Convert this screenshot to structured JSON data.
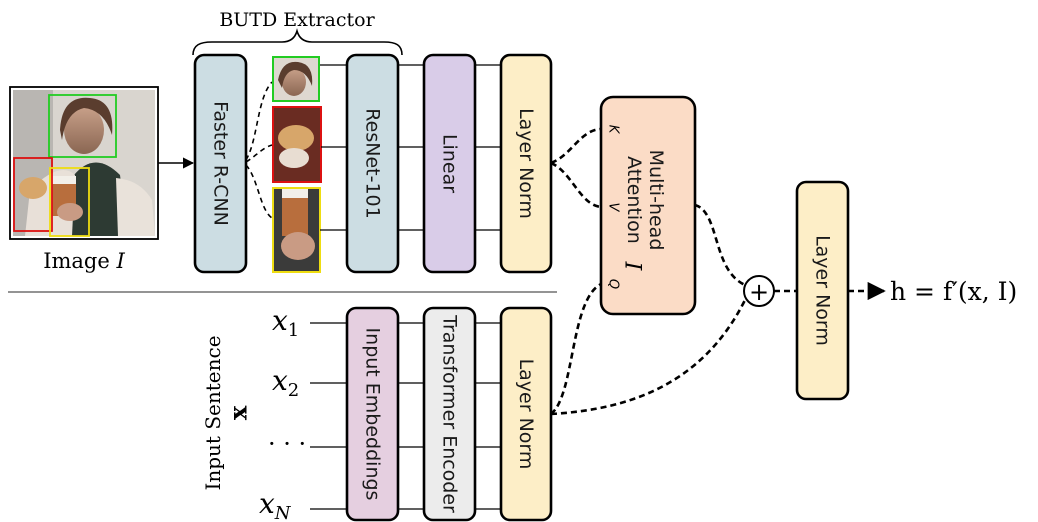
{
  "header": {
    "extractor_label": "BUTD Extractor"
  },
  "image": {
    "caption_prefix": "Image",
    "caption_var": "I"
  },
  "blocks": {
    "faster_rcnn": "Faster R-CNN",
    "resnet": "ResNet-101",
    "linear": "Linear",
    "layer_norm_top": "Layer Norm",
    "input_embeddings": "Input Embeddings",
    "transformer_encoder": "Transformer Encoder",
    "layer_norm_bottom": "Layer Norm",
    "attention_line1": "Multi-head",
    "attention_line2": "Attention",
    "attention_var": "I",
    "layer_norm_right": "Layer Norm"
  },
  "attention_ports": {
    "k": "K",
    "v": "V",
    "q": "Q"
  },
  "sentence": {
    "label": "Input Sentence",
    "var": "x",
    "tokens": [
      {
        "base": "x",
        "sub": "1"
      },
      {
        "base": "x",
        "sub": "2"
      },
      {
        "base": "· · ·",
        "sub": ""
      },
      {
        "base": "x",
        "sub": "N"
      }
    ]
  },
  "add_symbol": "+",
  "output": {
    "formula": "h = f′(x, I)"
  },
  "colors": {
    "faster_rcnn": "#ccdde3",
    "resnet": "#ccdde3",
    "linear": "#d9cce8",
    "layer_norm": "#fdeec7",
    "input_embeddings": "#e5cfe0",
    "transformer_encoder": "#ececec",
    "attention": "#fbdcc6",
    "box_green": "#22cc22",
    "box_red": "#dd1111",
    "box_yellow": "#eedd11"
  }
}
